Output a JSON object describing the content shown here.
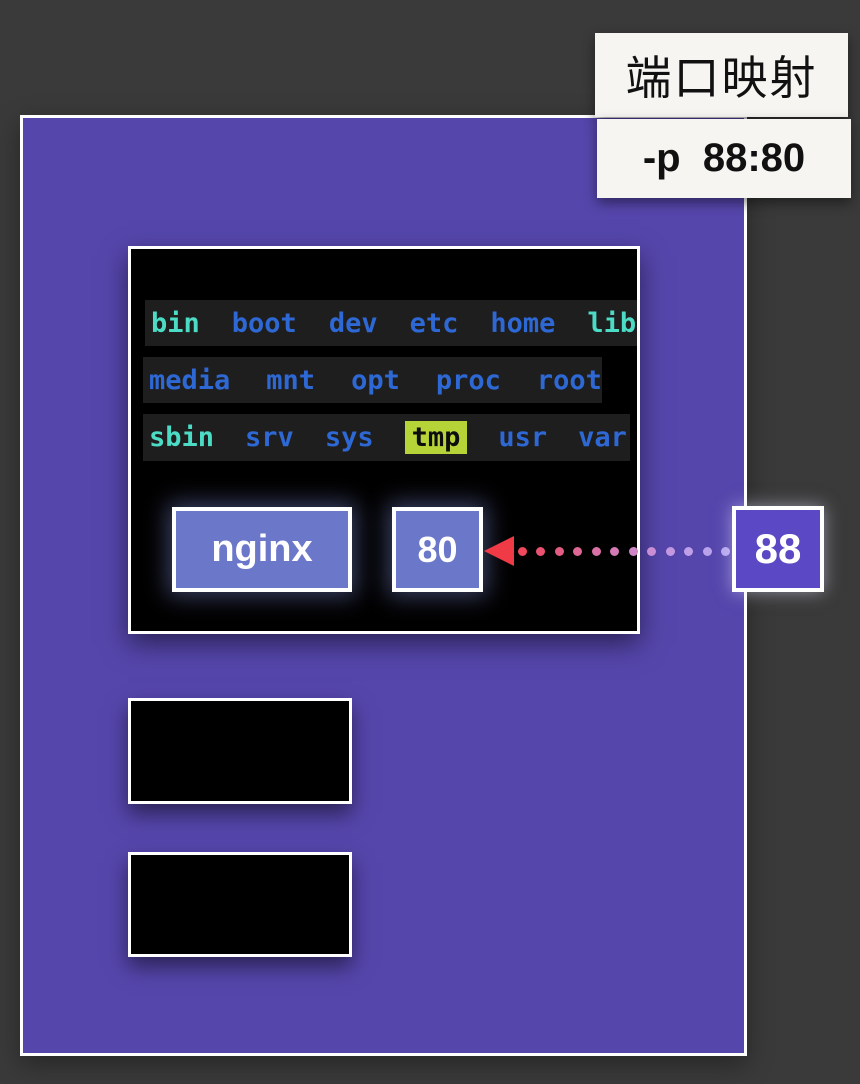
{
  "title_card": {
    "label": "端口映射"
  },
  "command_card": {
    "label": "-p  88:80"
  },
  "terminal": {
    "row1": [
      "bin",
      "boot",
      "dev",
      "etc",
      "home",
      "lib"
    ],
    "row2": [
      "media",
      "mnt",
      "opt",
      "proc",
      "root"
    ],
    "row3": [
      "sbin",
      "srv",
      "sys",
      "tmp",
      "usr",
      "var"
    ]
  },
  "service_box": {
    "label": "nginx"
  },
  "container_port_box": {
    "label": "80"
  },
  "host_port_box": {
    "label": "88"
  },
  "mapping_arrow": {
    "direction": "right-to-left",
    "arrowhead_color": "#f03b46",
    "dot_colors": [
      "#f0485c",
      "#ea5270",
      "#e55c83",
      "#df6695",
      "#da70a6",
      "#d47ab6",
      "#cf84c5",
      "#c98ed3",
      "#c498e0",
      "#be9fe8",
      "#baa3ec",
      "#b7a6f0"
    ]
  },
  "colors": {
    "page_bg": "#3a3a3a",
    "container_purple": "#5546ac",
    "terminal_bg": "#000000",
    "terminal_row_bg": "#1e1e1e",
    "dir_blue": "#2e68d4",
    "dir_cyan": "#4cdcc6",
    "tmp_highlight_bg": "#b6d438",
    "tmp_highlight_text": "#0d0d0d",
    "service_box_fill": "#6b77c9",
    "host_port_fill": "#5b48c4",
    "card_bg": "#f6f5f2",
    "card_text": "#111111",
    "arrowhead_red": "#f03b46",
    "white_border": "#ffffff"
  }
}
